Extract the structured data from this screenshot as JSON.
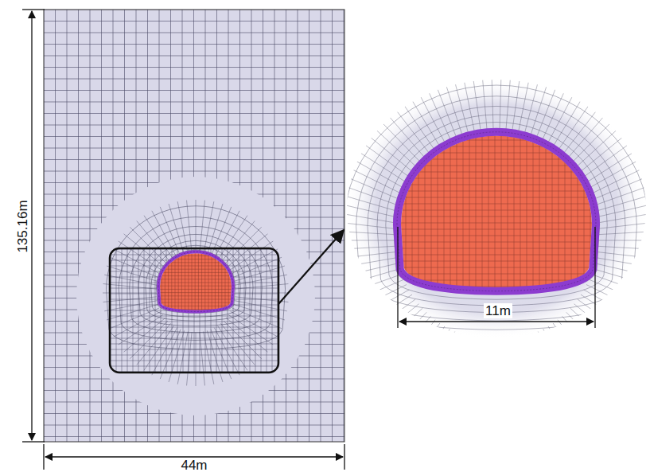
{
  "diagram": {
    "labels": [
      "135.16m",
      "44m",
      "11m"
    ]
  }
}
